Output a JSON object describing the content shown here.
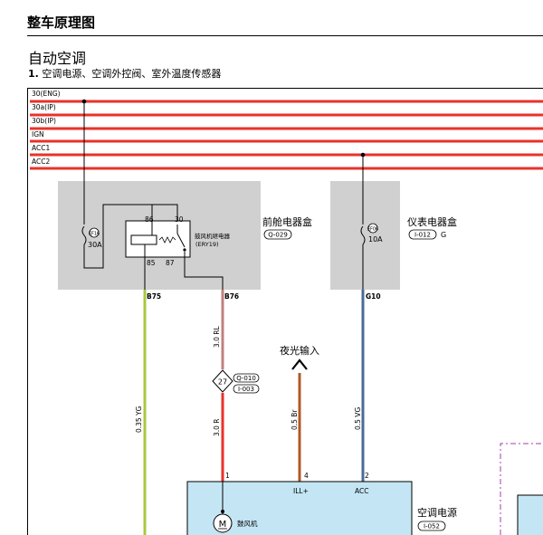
{
  "header": {
    "title": "整车原理图"
  },
  "section": {
    "title": "自动空调",
    "subtitle_num": "1.",
    "subtitle_text": " 空调电源、空调外控阀、室外温度传感器"
  },
  "bus_lines": [
    "30(ENG)",
    "30a(IP)",
    "30b(IP)",
    "IGN",
    "ACC1",
    "ACC2"
  ],
  "front_box": {
    "label": "前舱电器盒",
    "code": "Q-029",
    "fuse_id": "EF16",
    "fuse_rating": "30A",
    "relay_name": "鼓风机继电器",
    "relay_code": "(ERY19)",
    "pin_86": "86",
    "pin_30": "30",
    "pin_85": "85",
    "pin_87": "87",
    "out_b75": "B75",
    "out_b76": "B76"
  },
  "ip_box": {
    "label": "仪表电器盒",
    "code": "I-012",
    "suffix": "G",
    "fuse_id": "EF06",
    "fuse_rating": "10A",
    "out": "G10"
  },
  "wires": {
    "w1": "0.35 YG",
    "w2": "3.0 RL",
    "w3": "3.0 R",
    "w4": "0.5 Br",
    "w5": "0.5 VG"
  },
  "splice": {
    "num": "27",
    "code1": "Q-010",
    "code2": "I-003"
  },
  "night_input": "夜光输入",
  "ac_module": {
    "label": "空调电源",
    "code": "I-052",
    "pin1": "1",
    "pin4": "4",
    "pin4_name": "ILL+",
    "pin2": "2",
    "pin2_name": "ACC",
    "motor_symbol": "M",
    "motor_label": "鼓风机"
  },
  "colors": {
    "bus": "#e8322a",
    "box": "#d0d0d0",
    "wire_yg": "#a8c83c",
    "wire_rl": "#c08080",
    "wire_r": "#e8322a",
    "wire_br": "#b05a28",
    "wire_vg": "#4a6a9a",
    "module": "#c4e6f4"
  }
}
